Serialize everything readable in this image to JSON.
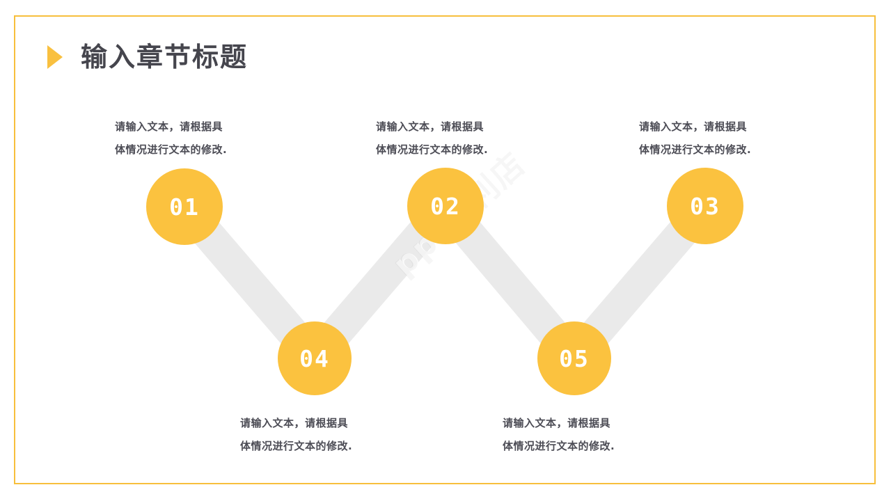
{
  "slide": {
    "title": "输入章节标题",
    "bullet_icon": "triangle-right-icon",
    "frame_color": "#f7bf3c",
    "accent_color": "#fbc23f",
    "connector_color": "#eaeaea",
    "text_color": "#4c4c55",
    "background": "#ffffff",
    "watermark": "ppt便利店"
  },
  "nodes": [
    {
      "id": "01",
      "number": "01"
    },
    {
      "id": "02",
      "number": "02"
    },
    {
      "id": "03",
      "number": "03"
    },
    {
      "id": "04",
      "number": "04"
    },
    {
      "id": "05",
      "number": "05"
    }
  ],
  "captions": [
    {
      "for": "01",
      "line1": "请输入文本，请根据具",
      "line2": "体情况进行文本的修改."
    },
    {
      "for": "02",
      "line1": "请输入文本，请根据具",
      "line2": "体情况进行文本的修改."
    },
    {
      "for": "03",
      "line1": "请输入文本，请根据具",
      "line2": "体情况进行文本的修改."
    },
    {
      "for": "04",
      "line1": "请输入文本，请根据具",
      "line2": "体情况进行文本的修改."
    },
    {
      "for": "05",
      "line1": "请输入文本，请根据具",
      "line2": "体情况进行文本的修改."
    }
  ]
}
